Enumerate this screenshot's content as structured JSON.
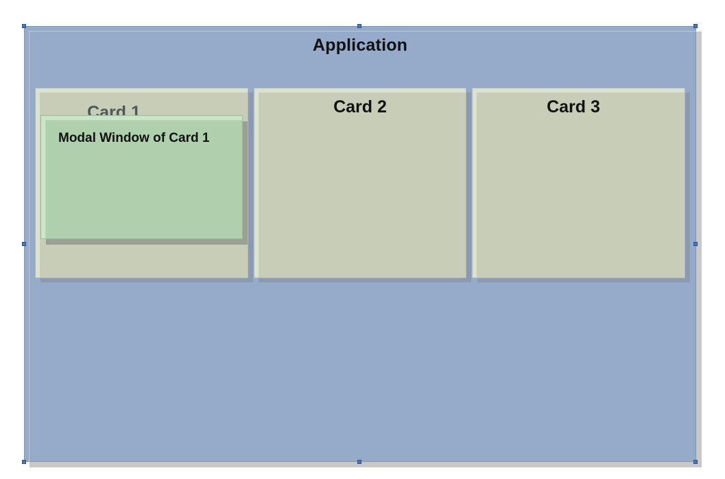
{
  "application": {
    "title": "Application"
  },
  "cards": [
    {
      "title": "Card 1"
    },
    {
      "title": "Card 2"
    },
    {
      "title": "Card 3"
    }
  ],
  "modal": {
    "title": "Modal Window of Card 1"
  },
  "colors": {
    "application_fill": "#95abc9",
    "card_fill": "#c8cdb7",
    "modal_fill": "#b5d4b3",
    "selection_handle": "#4a78c0"
  }
}
